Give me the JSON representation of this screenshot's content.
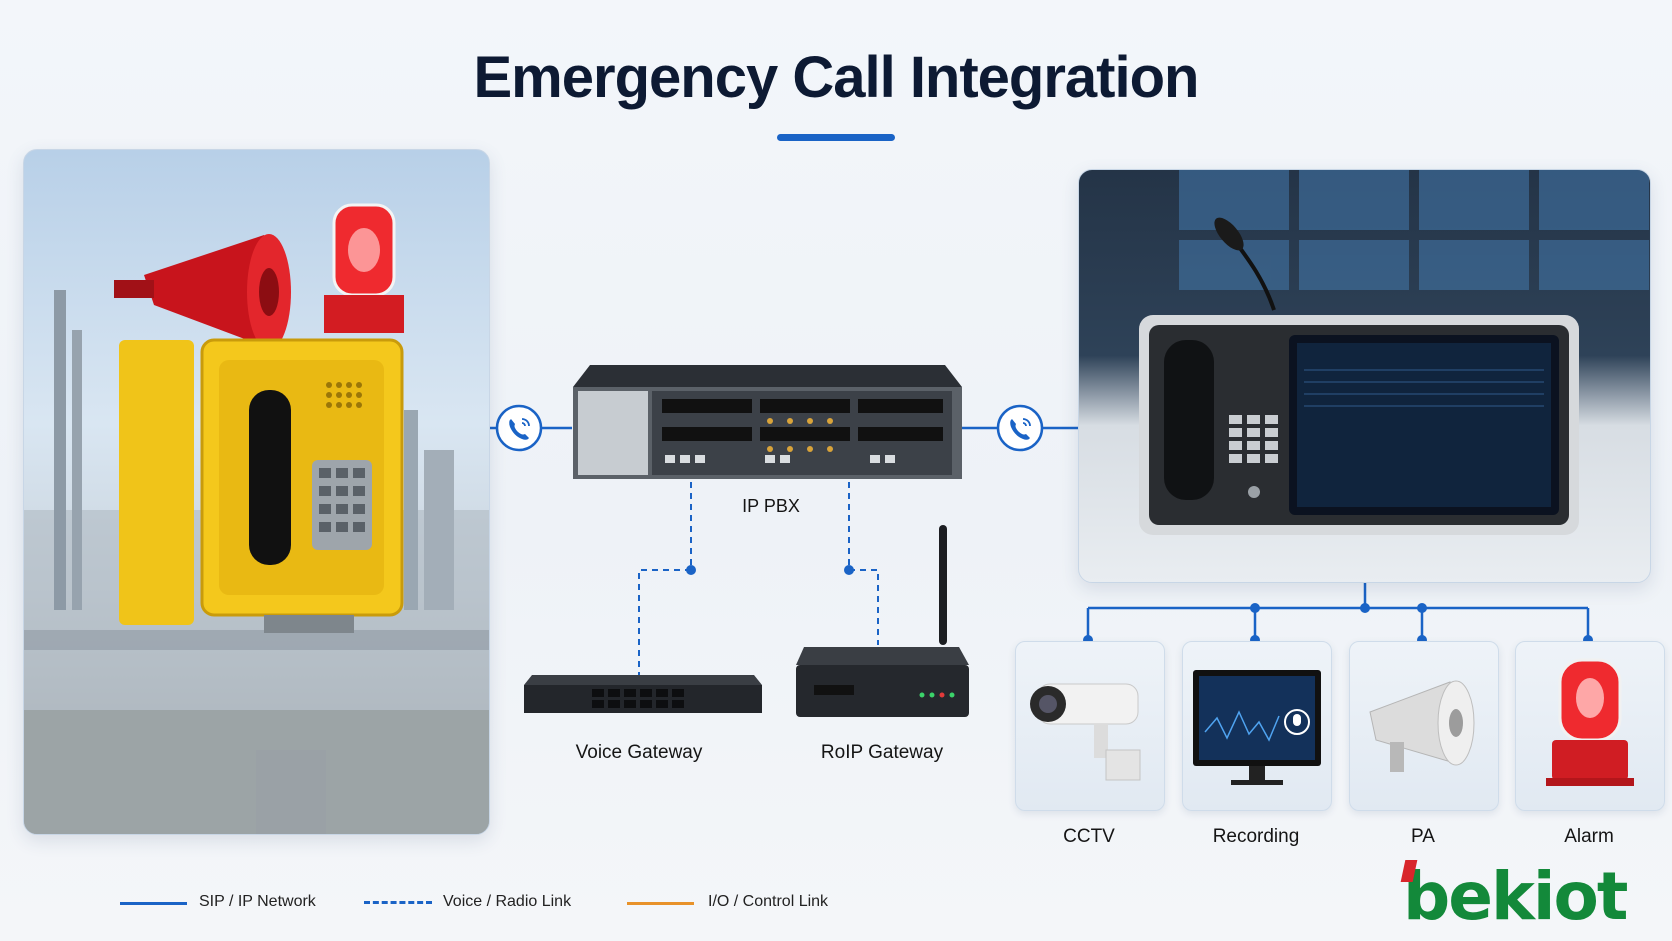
{
  "title": "Emergency Call Integration",
  "hub": {
    "label": "IP PBX"
  },
  "gateways": [
    {
      "label": "Voice Gateway"
    },
    {
      "label": "RoIP Gateway"
    }
  ],
  "subsystems": [
    {
      "label": "CCTV",
      "icon": "cctv-camera-icon"
    },
    {
      "label": "Recording",
      "icon": "recording-monitor-icon"
    },
    {
      "label": "PA",
      "icon": "pa-horn-icon"
    },
    {
      "label": "Alarm",
      "icon": "alarm-beacon-icon"
    }
  ],
  "legend": [
    {
      "label": "SIP / IP Network",
      "color": "#1a63c6",
      "style": "solid"
    },
    {
      "label": "Voice / Radio Link",
      "color": "#1a63c6",
      "style": "dashed"
    },
    {
      "label": "I/O / Control Link",
      "color": "#e8922a",
      "style": "solid"
    }
  ],
  "brand": {
    "logo": "bekiot",
    "accent": "#1a63c6",
    "logo_green": "#13893a",
    "logo_red": "#d8262b"
  }
}
